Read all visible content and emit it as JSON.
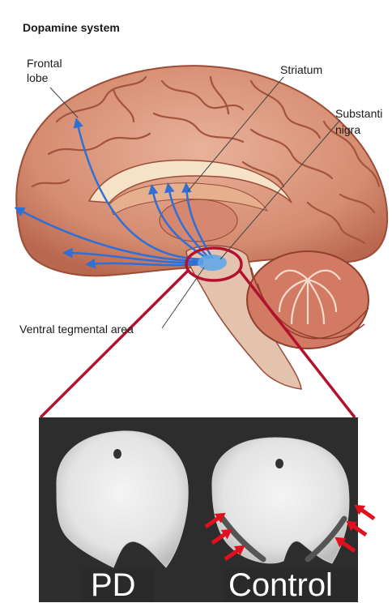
{
  "figure": {
    "title": "Dopamine system",
    "labels": {
      "frontal_lobe_line1": "Frontal",
      "frontal_lobe_line2": "lobe",
      "striatum": "Striatum",
      "substantia_nigra_line1": "Substanti",
      "substantia_nigra_line2": "nigra",
      "vta": "Ventral tegmental area"
    },
    "photo_labels": {
      "left": "PD",
      "right": "Control"
    }
  },
  "colors": {
    "brain": "#d9967a",
    "brain_dark": "#a8553f",
    "pathway": "#2f6fd6",
    "highlight": "#b3122e",
    "arrow": "#e0101e"
  },
  "icons": [
    "red-arrow-icon"
  ]
}
